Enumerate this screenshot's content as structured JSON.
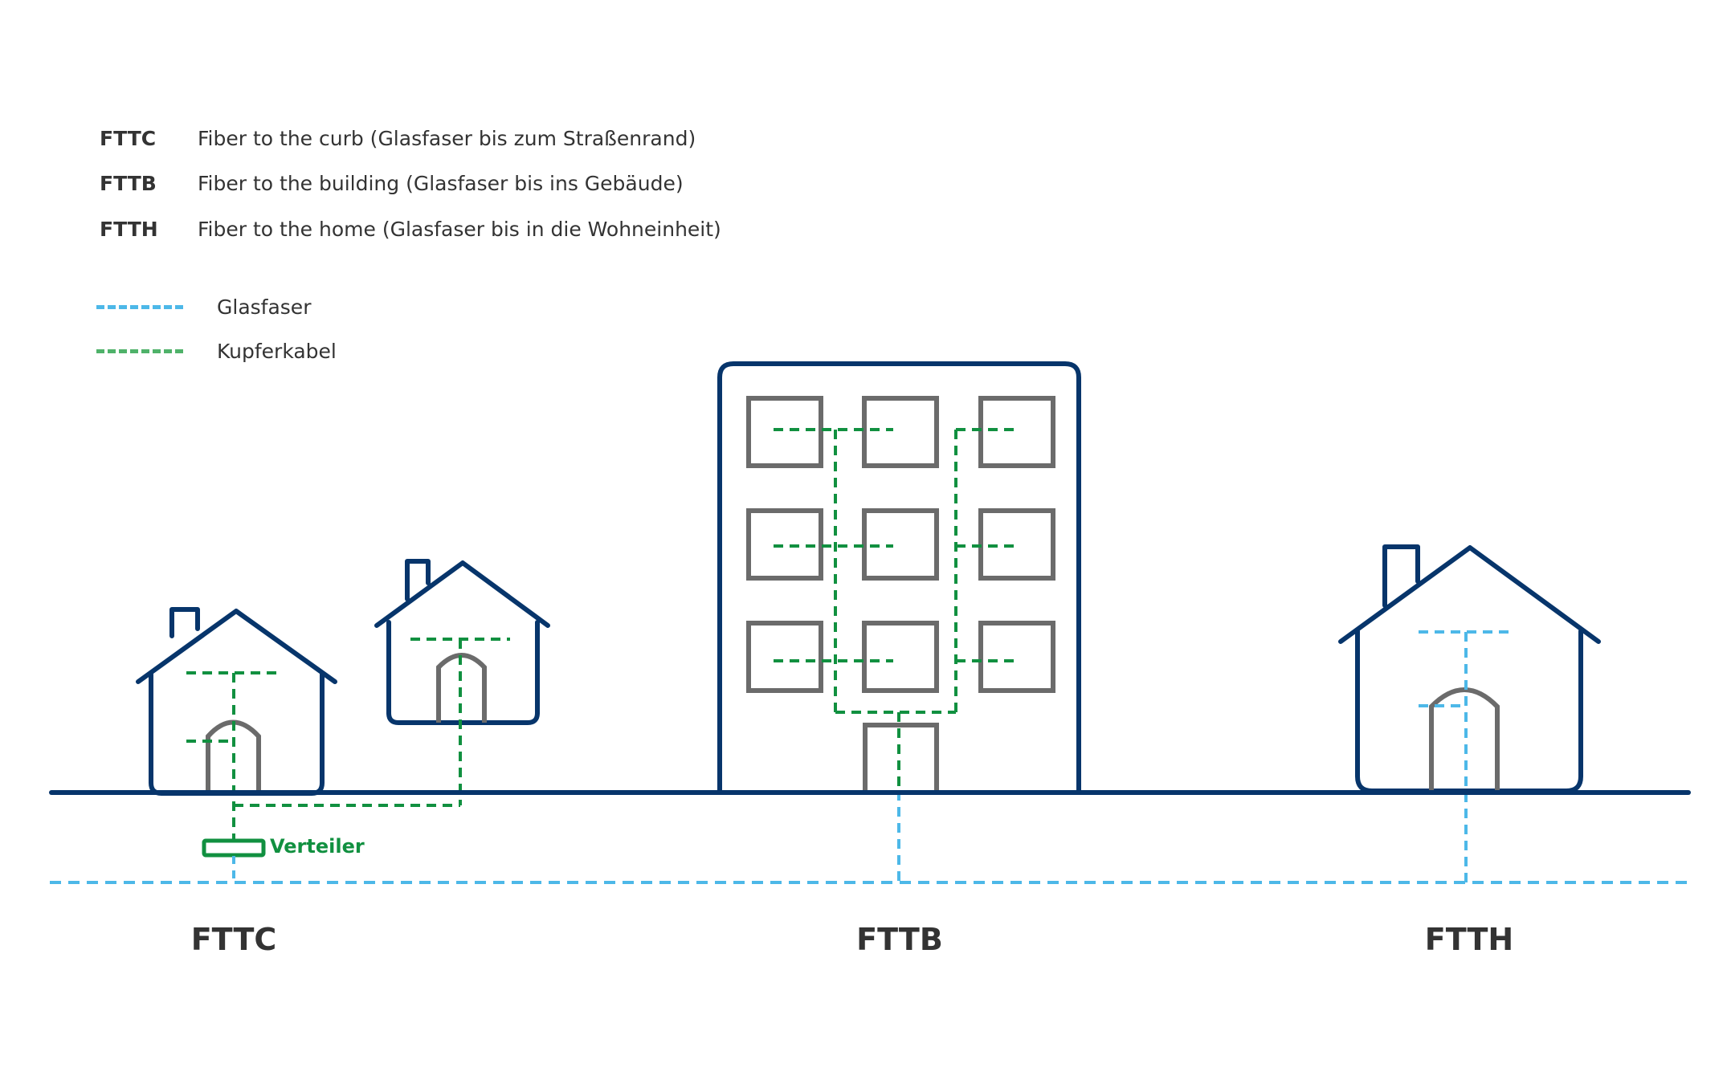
{
  "abbreviations": [
    {
      "code": "FTTC",
      "description": "Fiber to the curb (Glasfaser bis zum Straßenrand)"
    },
    {
      "code": "FTTB",
      "description": "Fiber to the building (Glasfaser bis ins Gebäude)"
    },
    {
      "code": "FTTH",
      "description": "Fiber to the home (Glasfaser bis in die Wohneinheit)"
    }
  ],
  "legend": [
    {
      "label": "Glasfaser",
      "color": "#4db8e8"
    },
    {
      "label": "Kupferkabel",
      "color": "#4fb26a"
    }
  ],
  "labels": {
    "distributor": "Verteiler",
    "fttc": "FTTC",
    "fttb": "FTTB",
    "ftth": "FTTH"
  },
  "colors": {
    "structure": "#07356b",
    "window": "#6b6b6b",
    "fiber": "#4db8e8",
    "copper": "#119040"
  }
}
